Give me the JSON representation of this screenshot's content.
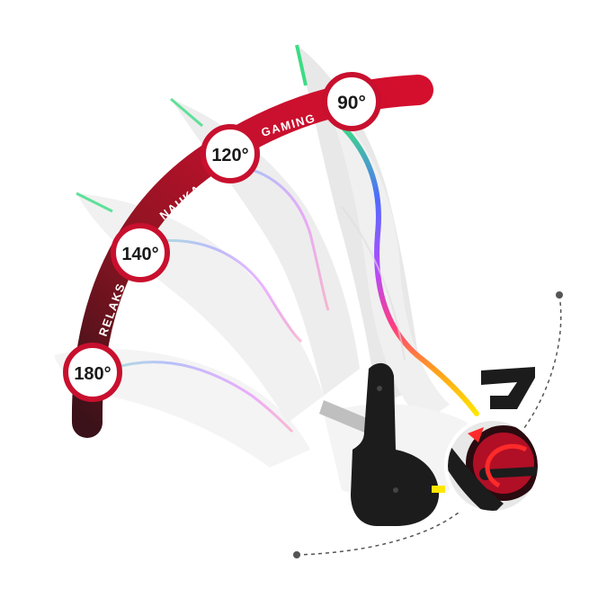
{
  "recline_positions": [
    {
      "angle": "90°",
      "mode": "GAMING"
    },
    {
      "angle": "120°",
      "mode": "NAUKA"
    },
    {
      "angle": "140°",
      "mode": "RELAKS"
    },
    {
      "angle": "180°",
      "mode": ""
    }
  ],
  "colors": {
    "arc_red": "#c8102e",
    "arc_dark": "#4a1620",
    "badge_ring": "#c8102e",
    "badge_fill": "#ffffff",
    "chair_black": "#1c1c1c",
    "led_gradient": [
      "#3ddc84",
      "#4f6cff",
      "#b34bff",
      "#ff3d7f",
      "#ff9f1c",
      "#ffe600"
    ]
  },
  "icons": [
    "rotate-arrow-icon",
    "recline-lever-icon"
  ]
}
